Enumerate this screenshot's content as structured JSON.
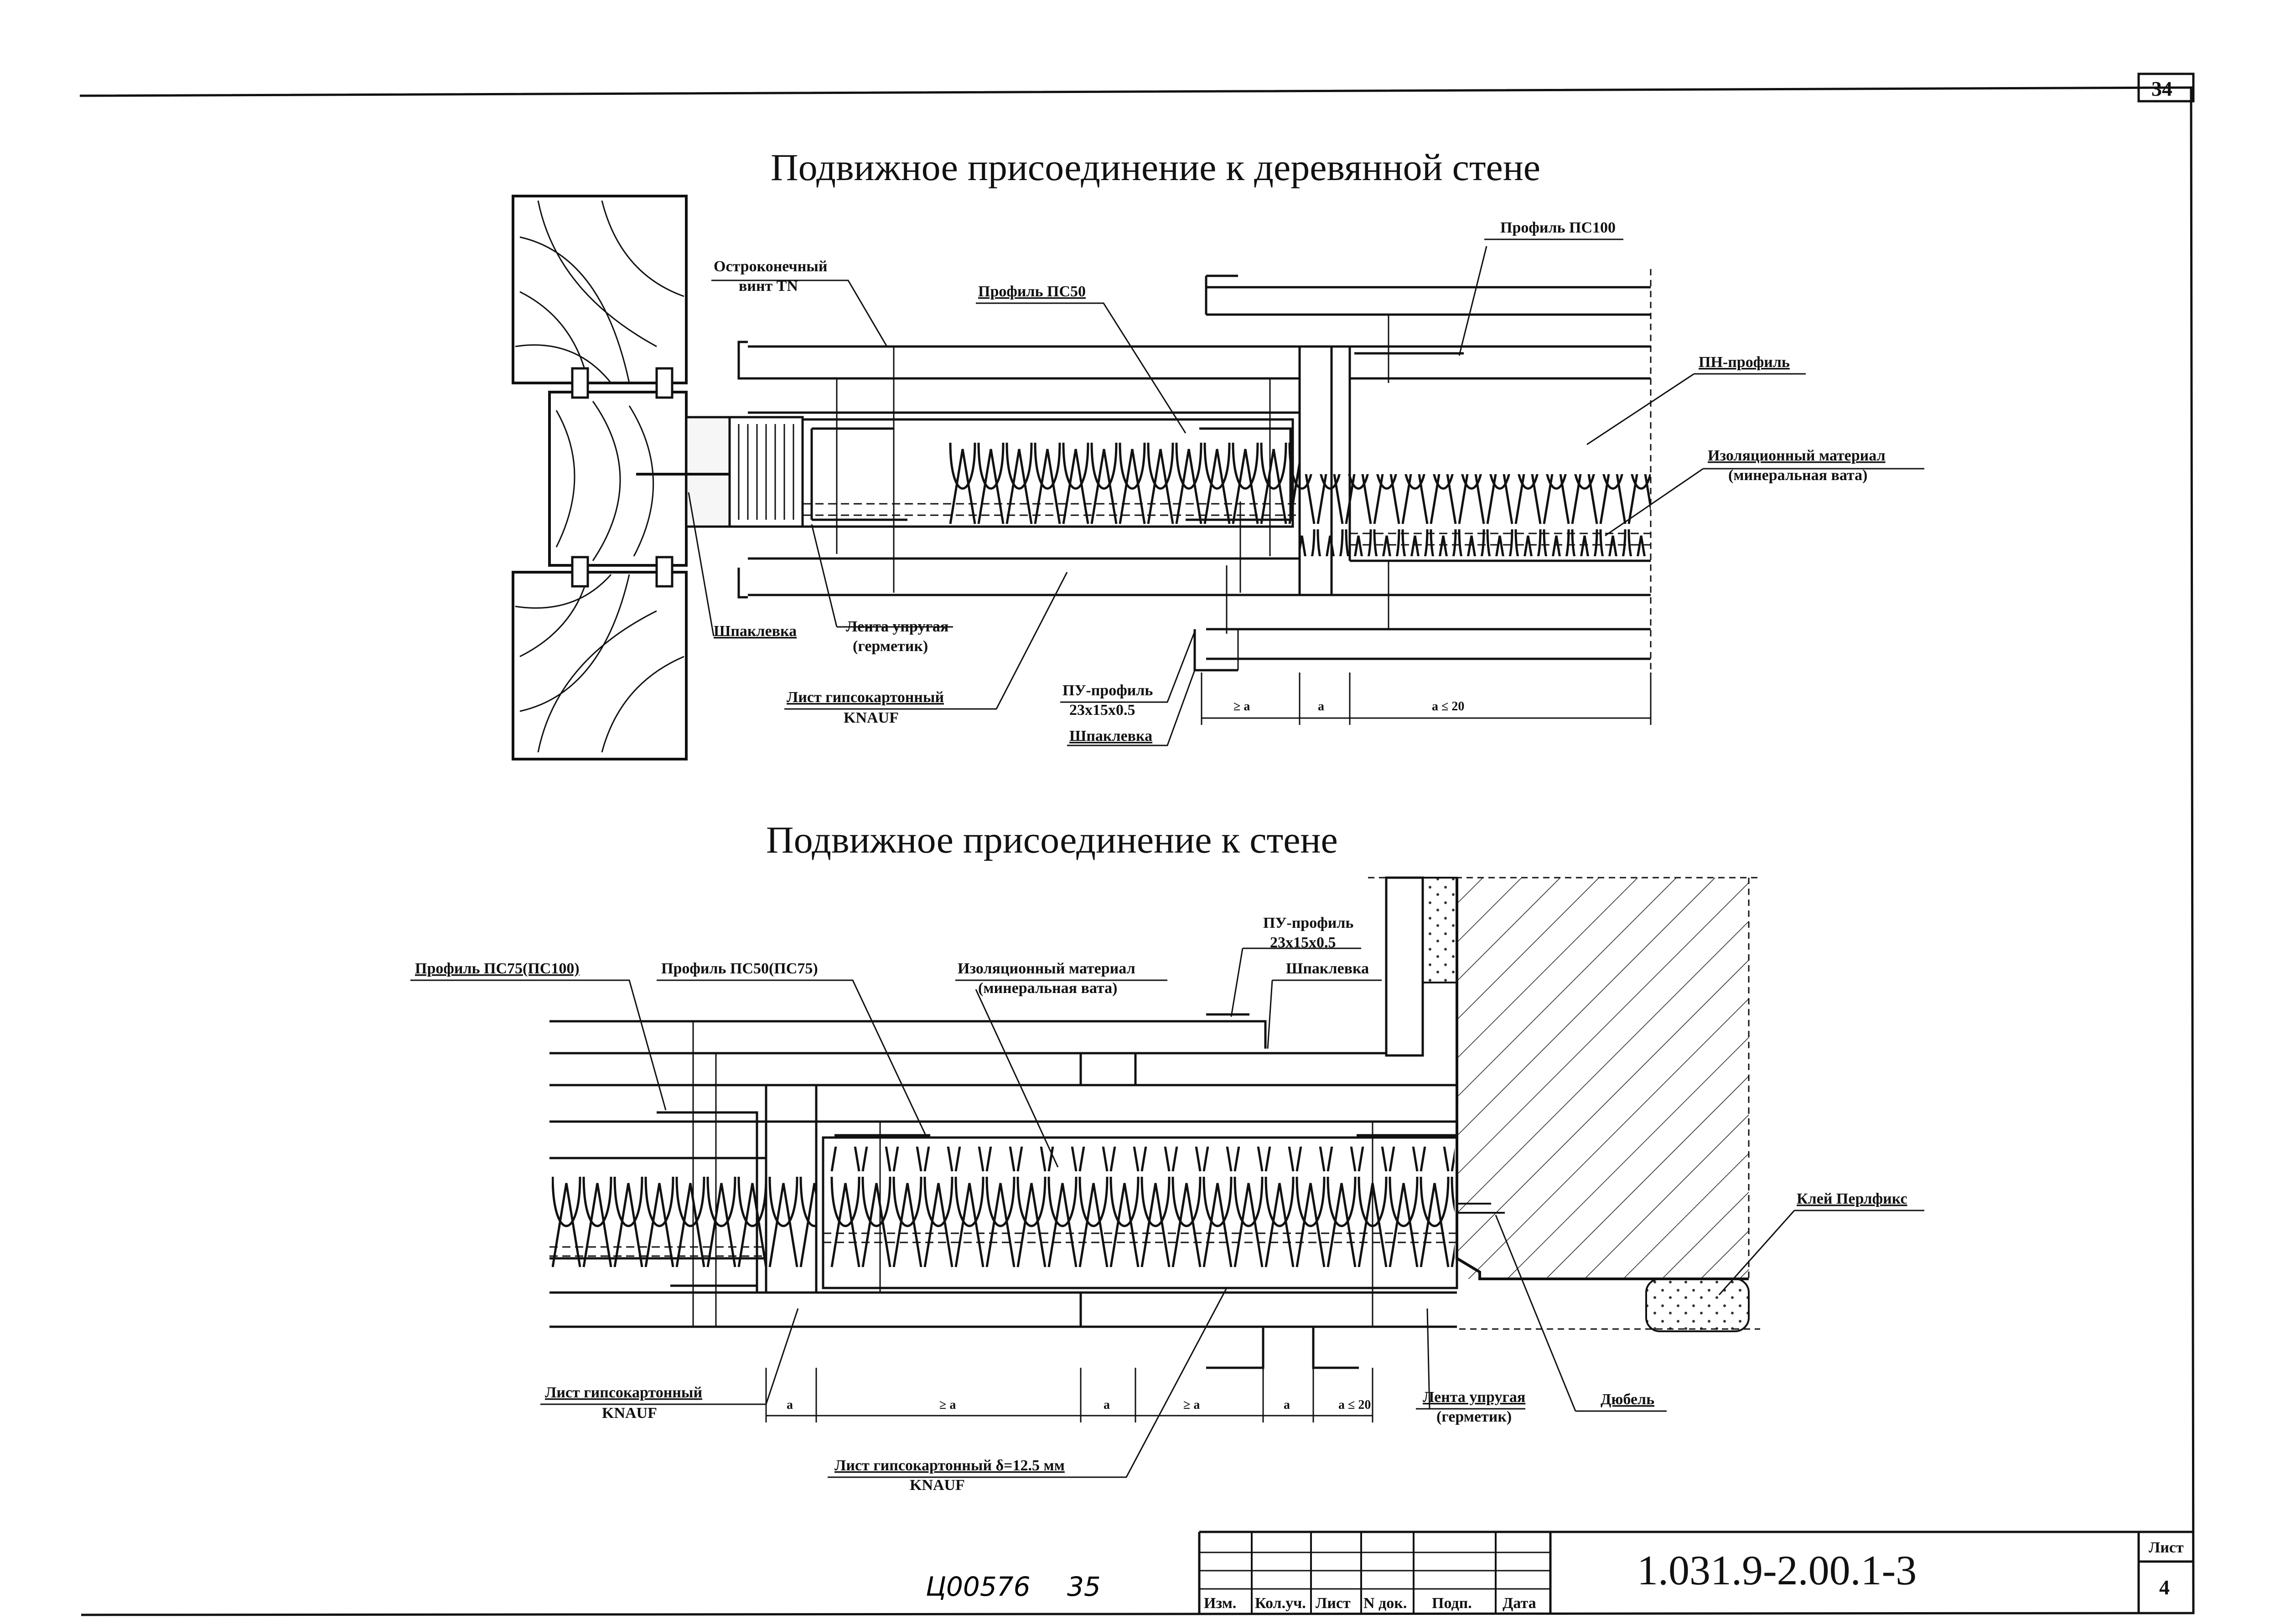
{
  "page_number": "34",
  "top_drawing": {
    "title": "Подвижное присоединение к деревянной стене",
    "labels": {
      "vint_l1": "Остроконечный",
      "vint_l2": "винт TN",
      "ps50": "Профиль ПС50",
      "ps100": "Профиль ПС100",
      "pn": "ПН-профиль",
      "insul_l1": "Изоляционный материал",
      "insul_l2": "(минеральная вата)",
      "shpak_left": "Шпаклевка",
      "lenta_l1": "Лента упругая",
      "lenta_l2": "(герметик)",
      "gkl_l1": "Лист гипсокартонный",
      "gkl_l2": "KNAUF",
      "pu_l1": "ПУ-профиль",
      "pu_l2": "23x15x0.5",
      "shpak_bottom": "Шпаклевка"
    },
    "dims": [
      "≥ a",
      "a",
      "a ≤ 20"
    ]
  },
  "bottom_drawing": {
    "title": "Подвижное присоединение к стене",
    "labels": {
      "ps75": "Профиль ПС75(ПС100)",
      "ps50": "Профиль ПС50(ПС75)",
      "insul_l1": "Изоляционный материал",
      "insul_l2": "(минеральная вата)",
      "pu_l1": "ПУ-профиль",
      "pu_l2": "23x15x0.5",
      "shpak": "Шпаклевка",
      "klei": "Клей Перлфикс",
      "gkl_l1": "Лист гипсокартонный",
      "gkl_l2": "KNAUF",
      "gkl125_l1": "Лист гипсокартонный δ=12.5 мм",
      "gkl125_l2": "KNAUF",
      "lenta_l1": "Лента упругая",
      "lenta_l2": "(герметик)",
      "dubel": "Дюбель"
    },
    "dims": [
      "a",
      "≥ a",
      "a",
      "≥ a",
      "a",
      "a ≤ 20"
    ]
  },
  "title_block": {
    "doc_code": "1.031.9-2.00.1-3",
    "headers": [
      "Изм.",
      "Кол.уч.",
      "Лист",
      "N док.",
      "Подп.",
      "Дата"
    ],
    "sheet_label": "Лист",
    "sheet_number": "4"
  },
  "handwritten": {
    "number": "Ц00576",
    "copy": "35"
  }
}
